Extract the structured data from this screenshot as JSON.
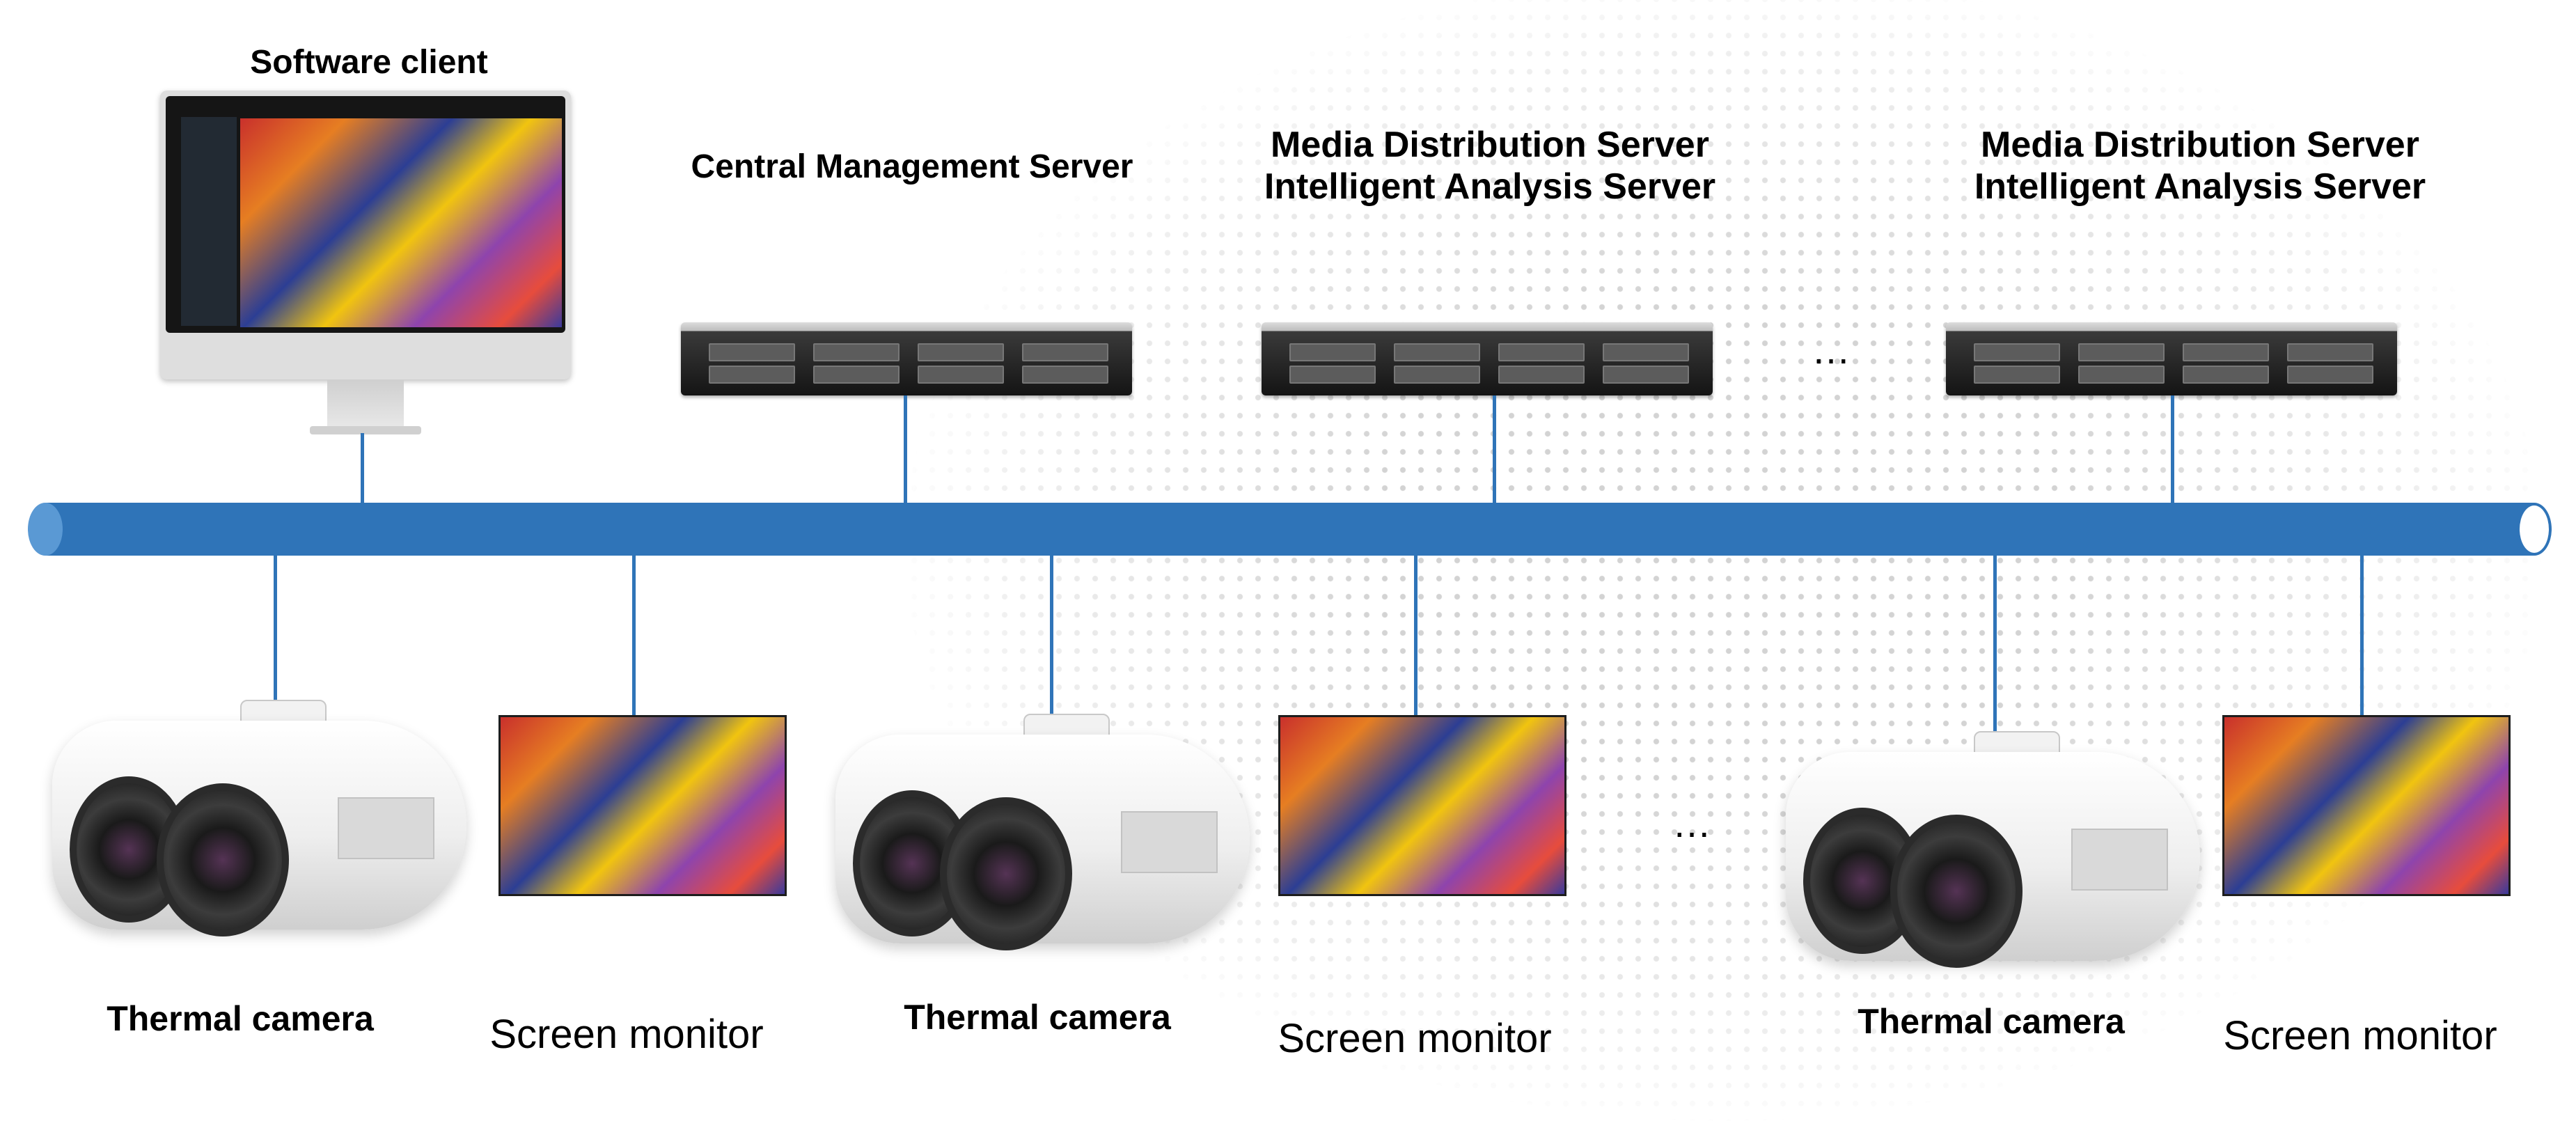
{
  "labels": {
    "software_client": "Software client",
    "central_management_server": "Central Management Server",
    "media_server_1_line1": "Media Distribution Server",
    "media_server_1_line2": "Intelligent Analysis Server",
    "media_server_2_line1": "Media Distribution Server",
    "media_server_2_line2": "Intelligent Analysis Server",
    "server_ellipsis": "…",
    "thermal_camera_1": "Thermal camera",
    "thermal_camera_2": "Thermal camera",
    "thermal_camera_3": "Thermal camera",
    "screen_monitor_1": "Screen monitor",
    "screen_monitor_2": "Screen monitor",
    "screen_monitor_3": "Screen monitor",
    "device_ellipsis": "…"
  },
  "colors": {
    "bus": "#2f74b8",
    "connector": "#2f74b8",
    "text": "#000000"
  },
  "icons": [
    "monitor-icon",
    "server-icon",
    "thermal-camera-icon",
    "screen-monitor-icon"
  ]
}
